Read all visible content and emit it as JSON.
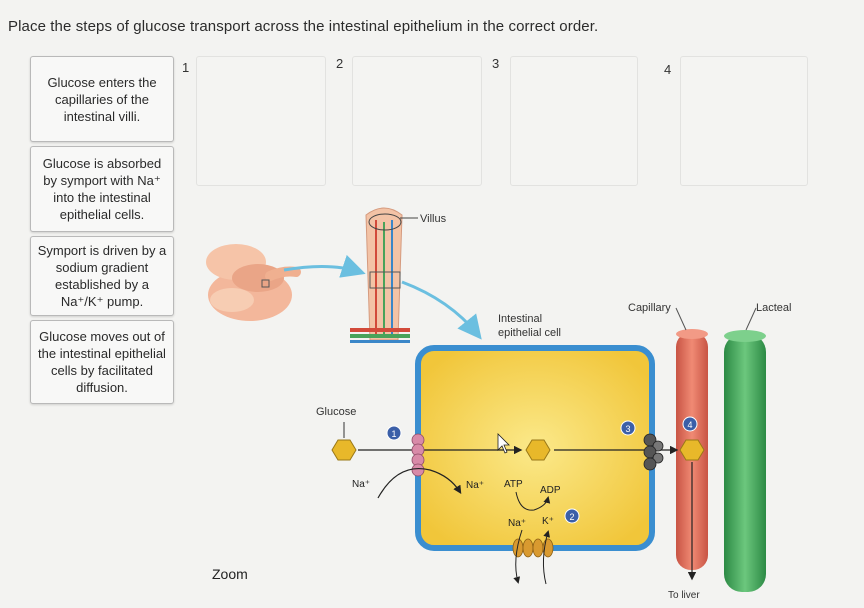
{
  "instruction": "Place the steps of glucose transport across the intestinal epithelium in the correct order.",
  "cards": [
    {
      "text": "Glucose enters the capillaries of the intestinal villi."
    },
    {
      "text": "Glucose is absorbed by symport with Na⁺ into the intestinal epithelial cells."
    },
    {
      "text": "Symport is driven by a sodium gradient established by a Na⁺/K⁺ pump."
    },
    {
      "text": "Glucose moves out of the intestinal epithelial cells by facilitated diffusion."
    }
  ],
  "slots": [
    {
      "number": "1"
    },
    {
      "number": "2"
    },
    {
      "number": "3"
    },
    {
      "number": "4"
    }
  ],
  "figure": {
    "villus": "Villus",
    "intestinal_cell_line1": "Intestinal",
    "intestinal_cell_line2": "epithelial cell",
    "capillary": "Capillary",
    "lacteal": "Lacteal",
    "glucose": "Glucose",
    "na_out": "Na⁺",
    "na_in": "Na⁺",
    "atp": "ATP",
    "adp": "ADP",
    "na_pump": "Na⁺",
    "k_pump": "K⁺",
    "to_liver": "To liver",
    "step1": "1",
    "step2": "2",
    "step3": "3",
    "step4": "4"
  },
  "zoom_label": "Zoom",
  "colors": {
    "cell_fill": "#f6d24a",
    "cell_border": "#3a8ed0",
    "capillary": "#e4705c",
    "lacteal": "#3fa25a",
    "glucose": "#e8b82a",
    "transporter": "#d88aa8",
    "pump": "#d99a30",
    "badge": "#3b5fa8"
  }
}
